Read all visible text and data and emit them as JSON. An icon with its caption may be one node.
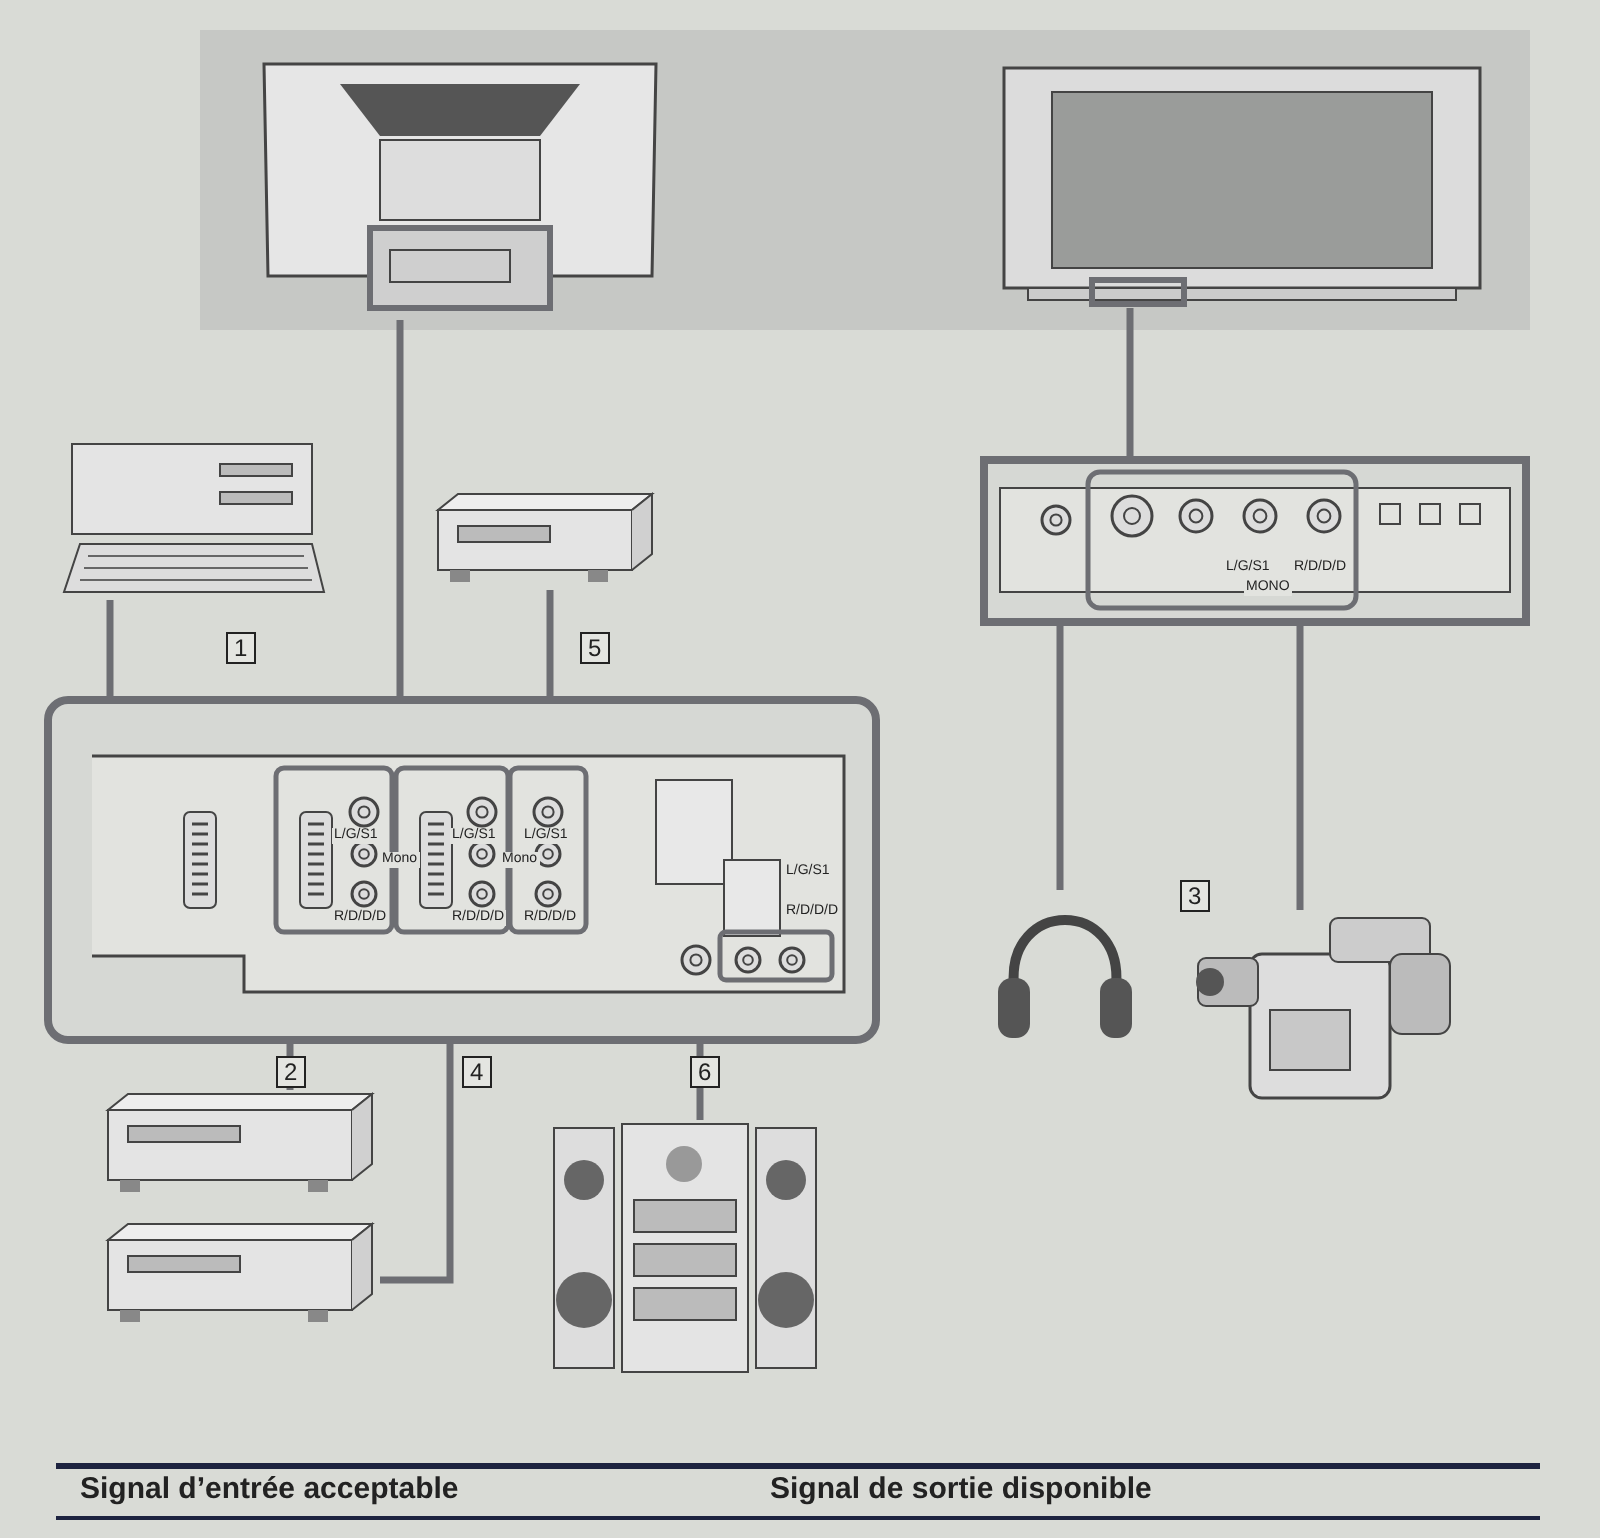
{
  "diagram": {
    "nodes": [
      {
        "text": [],
        "shape": "picture"
      },
      {
        "text": [],
        "shape": "picture"
      },
      {
        "text": [],
        "shape": "picture"
      },
      {
        "text": [],
        "shape": "picture"
      },
      {
        "text": [],
        "shape": "picture"
      },
      {
        "text": [],
        "shape": "picture"
      },
      {
        "text": [],
        "shape": "picture"
      },
      {
        "text": [],
        "shape": "picture"
      },
      {
        "text": [],
        "shape": "picture"
      },
      {
        "text": [],
        "shape": "picture"
      },
      {
        "text": [],
        "shape": "picture"
      }
    ],
    "edges": [
      {
        "from": 0,
        "to": 2,
        "arrow": "none"
      },
      {
        "from": 1,
        "to": 3,
        "arrow": "none"
      },
      {
        "from": 4,
        "to": 2,
        "arrow": "none"
      },
      {
        "from": 5,
        "to": 2,
        "arrow": "none"
      },
      {
        "from": 2,
        "to": 6,
        "arrow": "none"
      },
      {
        "from": 2,
        "to": 7,
        "arrow": "none"
      },
      {
        "from": 2,
        "to": 8,
        "arrow": "none"
      },
      {
        "from": 3,
        "to": 9,
        "arrow": "none"
      },
      {
        "from": 3,
        "to": 10,
        "arrow": "none"
      }
    ],
    "labels": [
      "1",
      "5",
      "L/G/S1",
      "R/D/D/D",
      "MONO",
      "L/G/S1",
      "Mono",
      "R/D/D/D",
      "L/G/S1",
      "Mono",
      "R/D/D/D",
      "L/G/S1",
      "R/D/D/D",
      "L/G/S1",
      "R/D/D/D",
      "3",
      "2",
      "4",
      "6",
      "Signal d’entrée acceptable",
      "Signal de sortie disponible"
    ]
  }
}
